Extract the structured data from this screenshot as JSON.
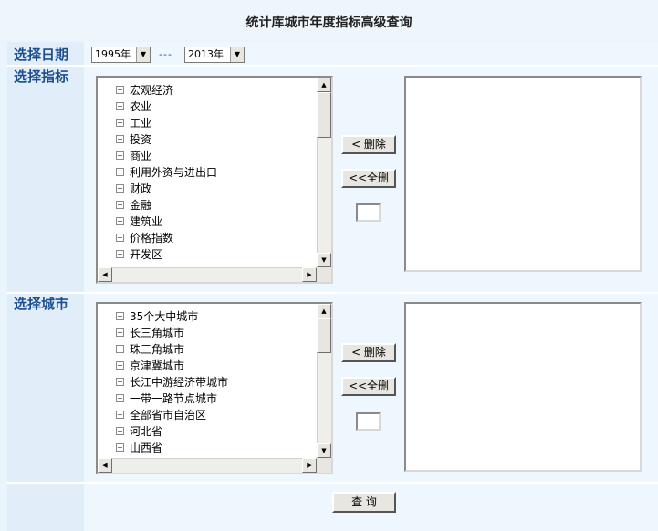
{
  "page": {
    "title": "统计库城市年度指标高级查询"
  },
  "date": {
    "label": "选择日期",
    "start_year": "1995年",
    "end_year": "2013年",
    "separator": "---"
  },
  "indicator": {
    "label": "选择指标",
    "items": [
      {
        "label": "宏观经济"
      },
      {
        "label": "农业"
      },
      {
        "label": "工业"
      },
      {
        "label": "投资"
      },
      {
        "label": "商业"
      },
      {
        "label": "利用外资与进出口"
      },
      {
        "label": "财政"
      },
      {
        "label": "金融"
      },
      {
        "label": "建筑业"
      },
      {
        "label": "价格指数"
      },
      {
        "label": "开发区"
      }
    ],
    "delete_label": "< 删除",
    "delete_all_label": "<<全删",
    "count_value": ""
  },
  "city": {
    "label": "选择城市",
    "items": [
      {
        "label": "35个大中城市"
      },
      {
        "label": "长三角城市"
      },
      {
        "label": "珠三角城市"
      },
      {
        "label": "京津冀城市"
      },
      {
        "label": "长江中游经济带城市"
      },
      {
        "label": "一带一路节点城市"
      },
      {
        "label": "全部省市自治区"
      },
      {
        "label": "河北省"
      },
      {
        "label": "山西省"
      }
    ],
    "delete_label": "< 删除",
    "delete_all_label": "<<全删",
    "count_value": ""
  },
  "query_label": "查 询",
  "icons": {
    "expand": "plus-box-icon",
    "scroll_up": "triangle-up-icon",
    "scroll_down": "triangle-down-icon",
    "scroll_left": "triangle-left-icon",
    "scroll_right": "triangle-right-icon",
    "dropdown": "triangle-down-icon"
  },
  "colors": {
    "background": "#eaf4fc",
    "label_column": "#e1eef9",
    "label_text": "#1d4f8f",
    "button_face": "#e8e6e0"
  }
}
